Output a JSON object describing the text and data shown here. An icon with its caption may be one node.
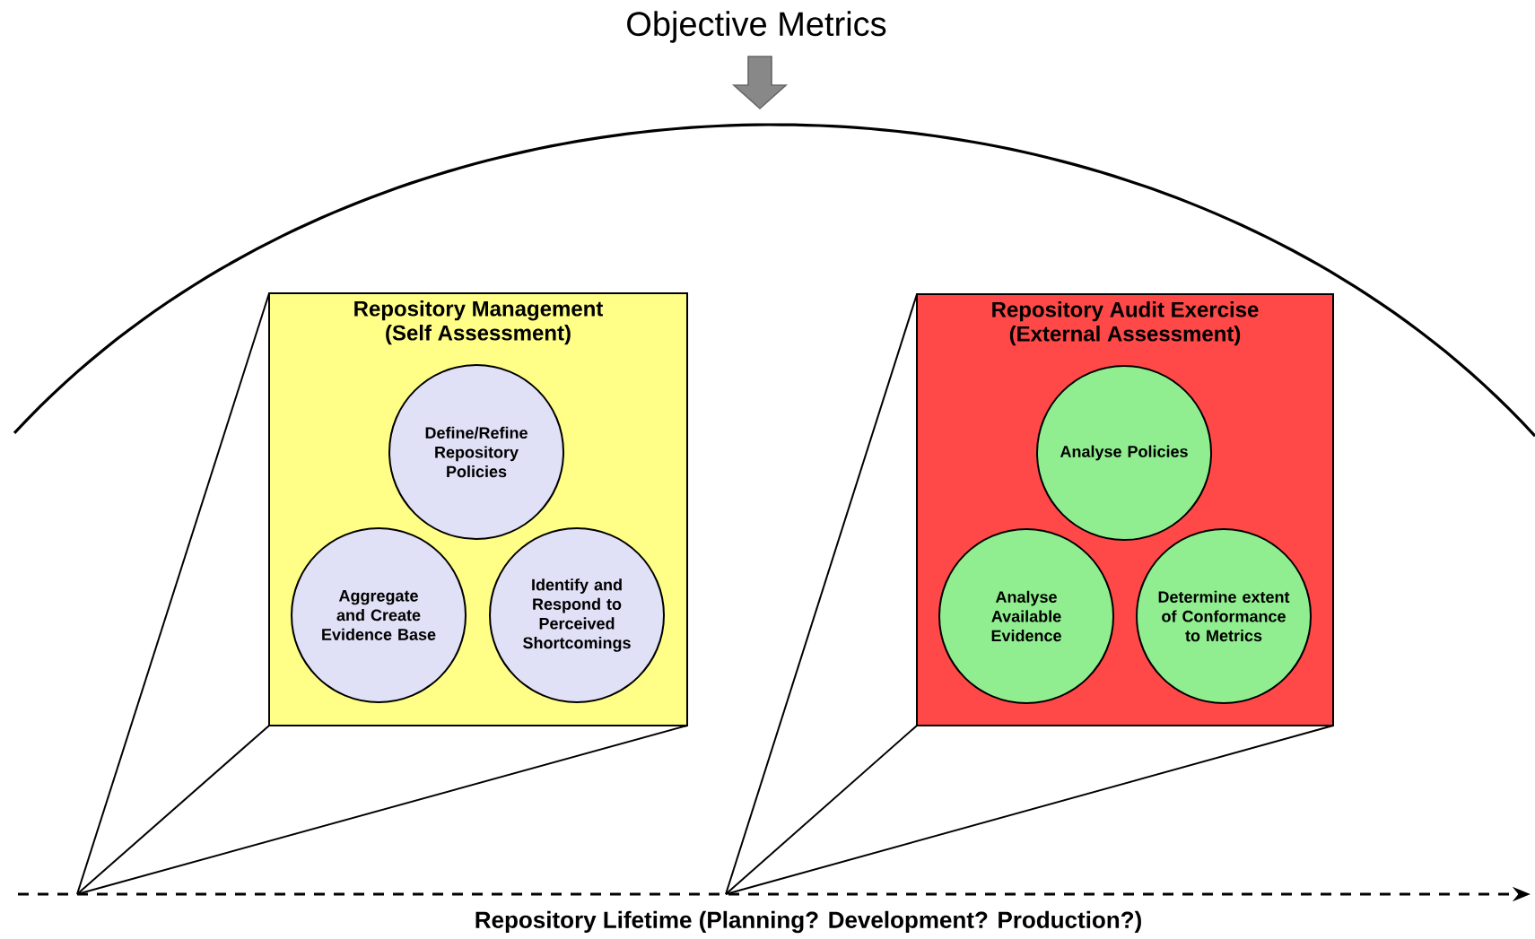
{
  "diagram": {
    "title": "Objective Metrics",
    "nodes": [
      {
        "text": [
          "Repository Management (Self Assessment)"
        ]
      },
      {
        "text": [
          "Define/Refine Repository Policies"
        ],
        "in": 0
      },
      {
        "text": [
          "Aggregate and Create Evidence Base"
        ],
        "in": 0
      },
      {
        "text": [
          "Identify and Respond to Perceived Shortcomings"
        ],
        "in": 0
      },
      {
        "text": [
          "Repository Audit Exercise (External Assessment)"
        ]
      },
      {
        "text": [
          "Analyse Policies"
        ],
        "in": 4
      },
      {
        "text": [
          "Analyse Available Evidence"
        ],
        "in": 4
      },
      {
        "text": [
          "Determine extent of Conformance to Metrics"
        ],
        "in": 4
      }
    ],
    "edges": [
      {
        "from": null,
        "to": 0,
        "arrow": "none"
      },
      {
        "from": null,
        "to": 0,
        "arrow": "none"
      },
      {
        "from": null,
        "to": 0,
        "arrow": "none"
      },
      {
        "from": null,
        "to": 4,
        "arrow": "none"
      },
      {
        "from": null,
        "to": 4,
        "arrow": "none"
      },
      {
        "from": null,
        "to": 4,
        "arrow": "none"
      }
    ],
    "labels": [
      "Repository Lifetime (Planning? Development? Production?)"
    ]
  }
}
